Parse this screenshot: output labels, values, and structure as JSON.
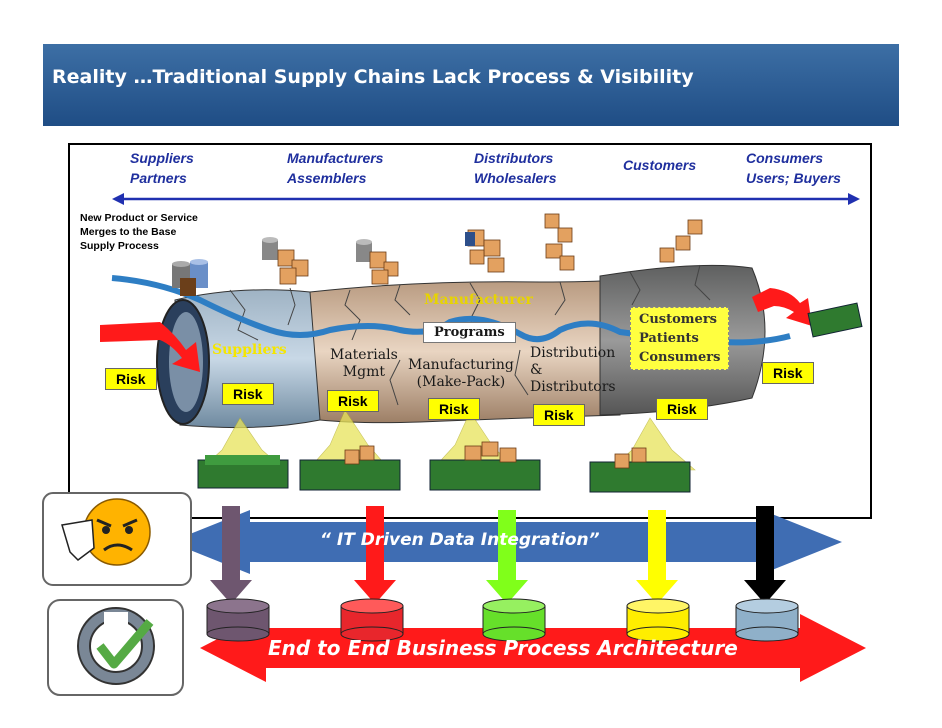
{
  "title": "Reality …Traditional Supply Chains Lack Process & Visibility",
  "stages": [
    {
      "label": "Suppliers\nPartners"
    },
    {
      "label": "Manufacturers\nAssemblers"
    },
    {
      "label": "Distributors\nWholesalers"
    },
    {
      "label": "Customers"
    },
    {
      "label": "Consumers\nUsers; Buyers"
    }
  ],
  "note": "New Product or Service\nMerges to the Base\nSupply Process",
  "pipe_labels": {
    "suppliers": "Suppliers",
    "materials": "Materials\nMgmt",
    "manufacturer": "Manufacturer",
    "programs": "Programs",
    "manufacturing": "Manufacturing\n(Make-Pack)",
    "distribution": "Distribution\n&\nDistributors",
    "customers_box": "Customers\nPatients\nConsumers"
  },
  "risk_label": "Risk",
  "data_integration": "“ IT Driven Data Integration”",
  "architecture": "End to End Business Process Architecture",
  "colors": {
    "title_bg": "#2a5a93",
    "stage_text": "#1f2f9e",
    "risk": "#ffff00",
    "integration_arrow": "#3f6db3",
    "architecture_arrow": "#ff1a1a",
    "connector_colors": [
      "#6e566f",
      "#ff1a1a",
      "#80ff1a",
      "#ffff00",
      "#000000"
    ],
    "drum_colors": [
      "#6e566f",
      "#e8262c",
      "#66e02a",
      "#ffee00",
      "#8fb0c9"
    ]
  },
  "icons": [
    "angry-face-thumbs-down-icon",
    "checkmark-badge-icon",
    "money-stack-icon",
    "box-stack-icon",
    "database-drum-icon",
    "red-curved-arrow-icon"
  ]
}
